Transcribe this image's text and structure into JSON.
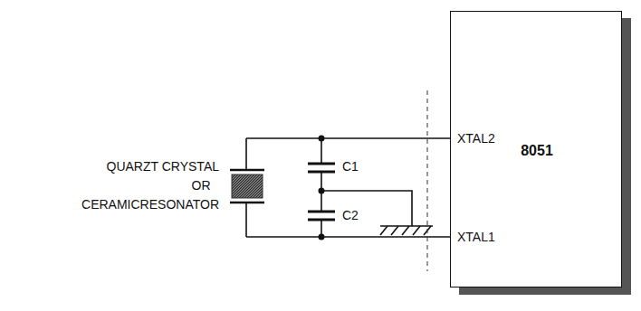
{
  "diagram": {
    "nodes": [
      {
        "text": [
          "8051"
        ]
      }
    ],
    "labels": [
      "QUARZT CRYSTAL",
      "OR",
      "CERAMICRESONATOR",
      "C1",
      "C2",
      "XTAL2",
      "XTAL1"
    ]
  }
}
